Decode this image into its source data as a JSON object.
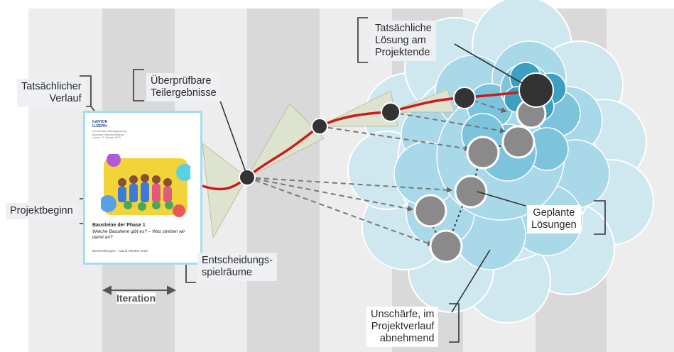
{
  "labels": {
    "actual_course": [
      "Tatsächlicher",
      "Verlauf"
    ],
    "project_start": "Projektbeginn",
    "checkable_results": [
      "Überprüfbare",
      "Teilergebnisse"
    ],
    "decision_spaces": [
      "Entscheidungs-",
      "spielräume"
    ],
    "iteration": "Iteration",
    "actual_solution": [
      "Tatsächliche",
      "Lösung am",
      "Projektende"
    ],
    "planned_solutions": [
      "Geplante",
      "Lösungen"
    ],
    "uncertainty": [
      "Unschärfe, im",
      "Projektverlauf",
      "abnehmend"
    ]
  },
  "document": {
    "brand_lines": [
      "KANTON",
      "LUZERN"
    ],
    "meta_lines": [
      "Gemeinsame Bildungsplanung",
      "Bausteine Volksschulbildung",
      "Luzern, 23. Oktober 2023"
    ],
    "title": "Bausteine der Phase 1",
    "subtitle": "Welche Bausteine gibt es? – Was streben wir damit an?",
    "footer": "Beschreibungen – Stand Oktober 2023"
  },
  "colors": {
    "stripe_light": "#ededed",
    "stripe_dark": "#d9d9d9",
    "cloud_outer": "#cfe8f0",
    "cloud_mid": "#a9d8e8",
    "cloud_inner": "#7cc3dc",
    "cloud_core": "#3f9fc0",
    "cone": "#dde3cf",
    "actual_path": "#cc1b1b",
    "planned_node": "#8a8a8a",
    "milestone_node": "#333333"
  }
}
